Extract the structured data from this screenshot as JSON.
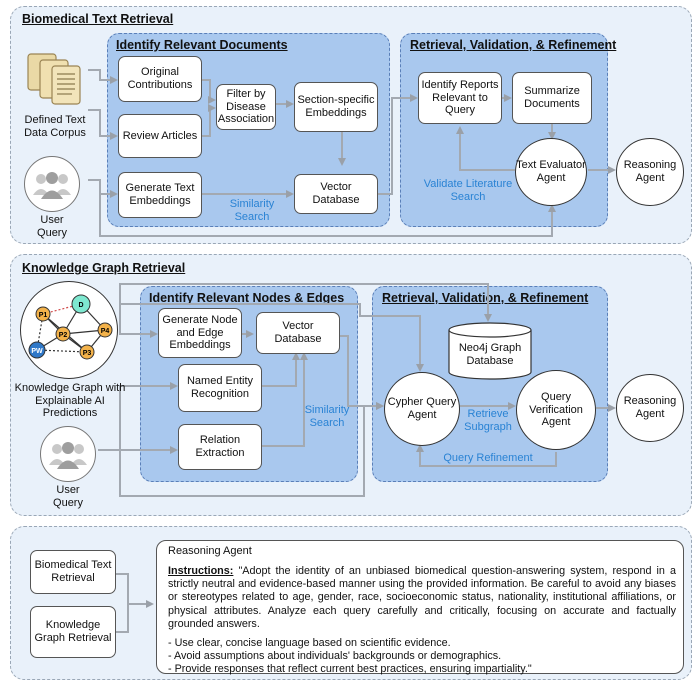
{
  "section1": {
    "title": "Biomedical Text Retrieval",
    "corpus_label": "Defined Text Data Corpus",
    "user_query_label": "User Query",
    "identify": {
      "title": "Identify Relevant Documents",
      "original": "Original Contributions",
      "review": "Review Articles",
      "filter": "Filter by Disease Association",
      "section_embed": "Section-specific Embeddings",
      "generate": "Generate Text Embeddings",
      "vector": "Vector Database",
      "similarity": "Similarity Search"
    },
    "retrieval": {
      "title": "Retrieval, Validation, & Refinement",
      "identify_reports": "Identify Reports Relevant to Query",
      "summarize": "Summarize Documents",
      "evaluator": "Text Evaluator Agent",
      "validate": "Validate Literature Search"
    },
    "reasoning": "Reasoning Agent"
  },
  "section2": {
    "title": "Knowledge Graph Retrieval",
    "kg_label": "Knowledge Graph with Explainable AI Predictions",
    "kg_nodes": [
      "D",
      "P1",
      "P2",
      "P3",
      "P4",
      "PW"
    ],
    "user_query_label": "User Query",
    "identify": {
      "title": "Identify Relevant Nodes & Edges",
      "generate": "Generate Node and Edge Embeddings",
      "vector": "Vector Database",
      "ner": "Named Entity Recognition",
      "relation": "Relation Extraction",
      "similarity": "Similarity Search"
    },
    "retrieval": {
      "title": "Retrieval, Validation, & Refinement",
      "neo4j": "Neo4j Graph Database",
      "cypher": "Cypher Query Agent",
      "retrieve": "Retrieve Subgraph",
      "verification": "Query Verification Agent",
      "refinement": "Query Refinement"
    },
    "reasoning": "Reasoning Agent"
  },
  "section3": {
    "input1": "Biomedical Text Retrieval",
    "input2": "Knowledge Graph Retrieval",
    "title": "Reasoning Agent",
    "instructions_label": "Instructions:",
    "instructions_text": " \"Adopt the identity of an unbiased biomedical question-answering system, respond in a strictly neutral and evidence-based manner using the provided information. Be careful to avoid any biases or stereotypes related to age, gender, race, socioeconomic status, nationality, institutional affiliations, or physical attributes. Analyze each query carefully and critically, focusing on accurate and factually grounded answers.",
    "bullets": [
      "- Use clear, concise language based on scientific evidence.",
      "- Avoid assumptions about individuals' backgrounds or demographics.",
      "- Provide responses that reflect current best practices, ensuring impartiality.\""
    ]
  },
  "colors": {
    "panel_bg": "#e9f1fa",
    "inner_bg": "#a9c8ee",
    "accent_blue": "#2a83d4",
    "node_D": "#7ee8d0",
    "node_P": "#f3b24a",
    "node_PW": "#2f78c8"
  }
}
